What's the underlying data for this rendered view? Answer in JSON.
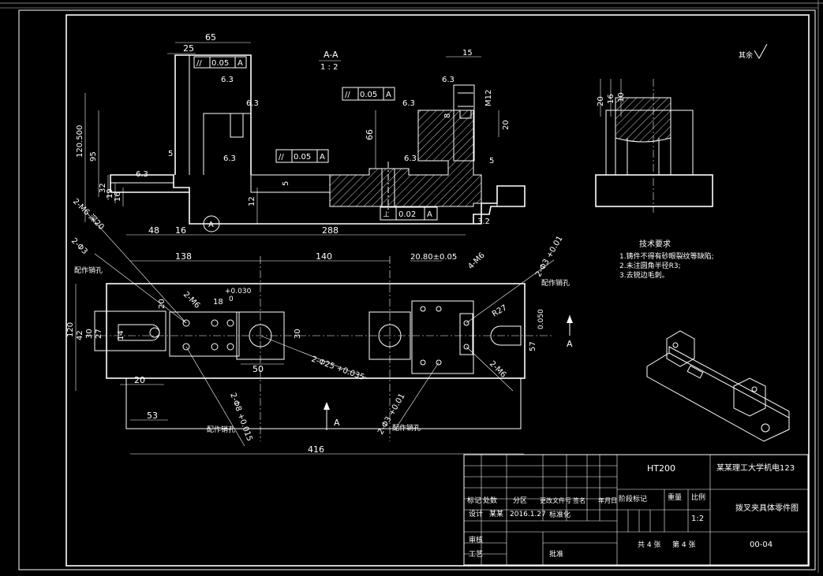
{
  "drawing": {
    "surface_finish_note": "其余",
    "section_label": "A-A",
    "section_scale": "1 : 2",
    "view_arrow_label": "A",
    "datum_label": "A"
  },
  "front_view": {
    "dims": {
      "d65": "65",
      "d25": "25",
      "d120_500": "120.500",
      "d95": "95",
      "d32": "32",
      "d19": "19",
      "d16v": "16",
      "d12": "12",
      "d5a": "5",
      "d5b": "5",
      "d48": "48",
      "d16h": "16",
      "d288": "288",
      "d66": "66",
      "d15": "15",
      "dM12": "M12",
      "d8": "8",
      "d20": "20",
      "d5c": "5",
      "d32r": "3.2"
    },
    "roughness": [
      "6.3",
      "6.3",
      "6.3",
      "6.3",
      "6.3",
      "6.3",
      "6.3"
    ],
    "tolerances": [
      {
        "symbol": "//",
        "value": "0.05",
        "datum": "A"
      },
      {
        "symbol": "//",
        "value": "0.05",
        "datum": "A"
      },
      {
        "symbol": "//",
        "value": "0.05",
        "datum": "A"
      },
      {
        "symbol": "⊥",
        "value": "0.02",
        "datum": "A"
      }
    ]
  },
  "plan_view": {
    "dims": {
      "d138": "138",
      "d140": "140",
      "d20_80": "20.80±0.05",
      "d120": "120",
      "d42": "42",
      "d30": "30",
      "d14": "14",
      "d18": "18",
      "d30c": "30",
      "d50": "50",
      "d20": "20",
      "d53": "53",
      "d416": "416",
      "d57": "57",
      "d4M6": "4-M6",
      "d2M6a": "2-M6",
      "d2M6b": "2-M6",
      "dR27": "R27",
      "d2M6top": "2-M6 深20",
      "d0030": "+0.030",
      "d0": "0",
      "d2phi3": "2-Φ3",
      "d2phi8": "2-Φ8 +0.015",
      "d2phi25": "2-Φ25 +0.035",
      "d2phi3b": "2-Φ3 +0.01",
      "d2phi3c": "2-Φ3 +0.01",
      "d27": "27",
      "d20v": "20",
      "d0050": "0.050"
    },
    "labels": [
      "配作销孔",
      "配作销孔",
      "配作销孔",
      "配作销孔"
    ]
  },
  "side_view": {
    "dims": {
      "d20": "20",
      "d16": "16",
      "d10": "10"
    }
  },
  "tech_requirements": {
    "title": "技术要求",
    "items": [
      "1.铸件不得有砂眼裂纹等缺陷;",
      "2.未注圆角半径R3;",
      "3.去锐边毛刺。"
    ]
  },
  "title_block": {
    "material": "HT200",
    "school": "某某理工大学机电123",
    "part_name": "拨叉夹具体零件图",
    "drawing_no": "00-04",
    "scale": "1:2",
    "stage_mark": "阶段标记",
    "weight": "重量",
    "ratio": "比例",
    "sheets_total": "共 4 张",
    "sheet_no": "第 4 张",
    "row_headers": [
      "标记",
      "处数",
      "分区",
      "更改文件号",
      "签名",
      "年月日"
    ],
    "designer_label": "设计",
    "designer": "某某",
    "date": "2016.1.27",
    "standard_label": "标准化",
    "review_label": "审核",
    "process_label": "工艺",
    "approve_label": "批准"
  }
}
